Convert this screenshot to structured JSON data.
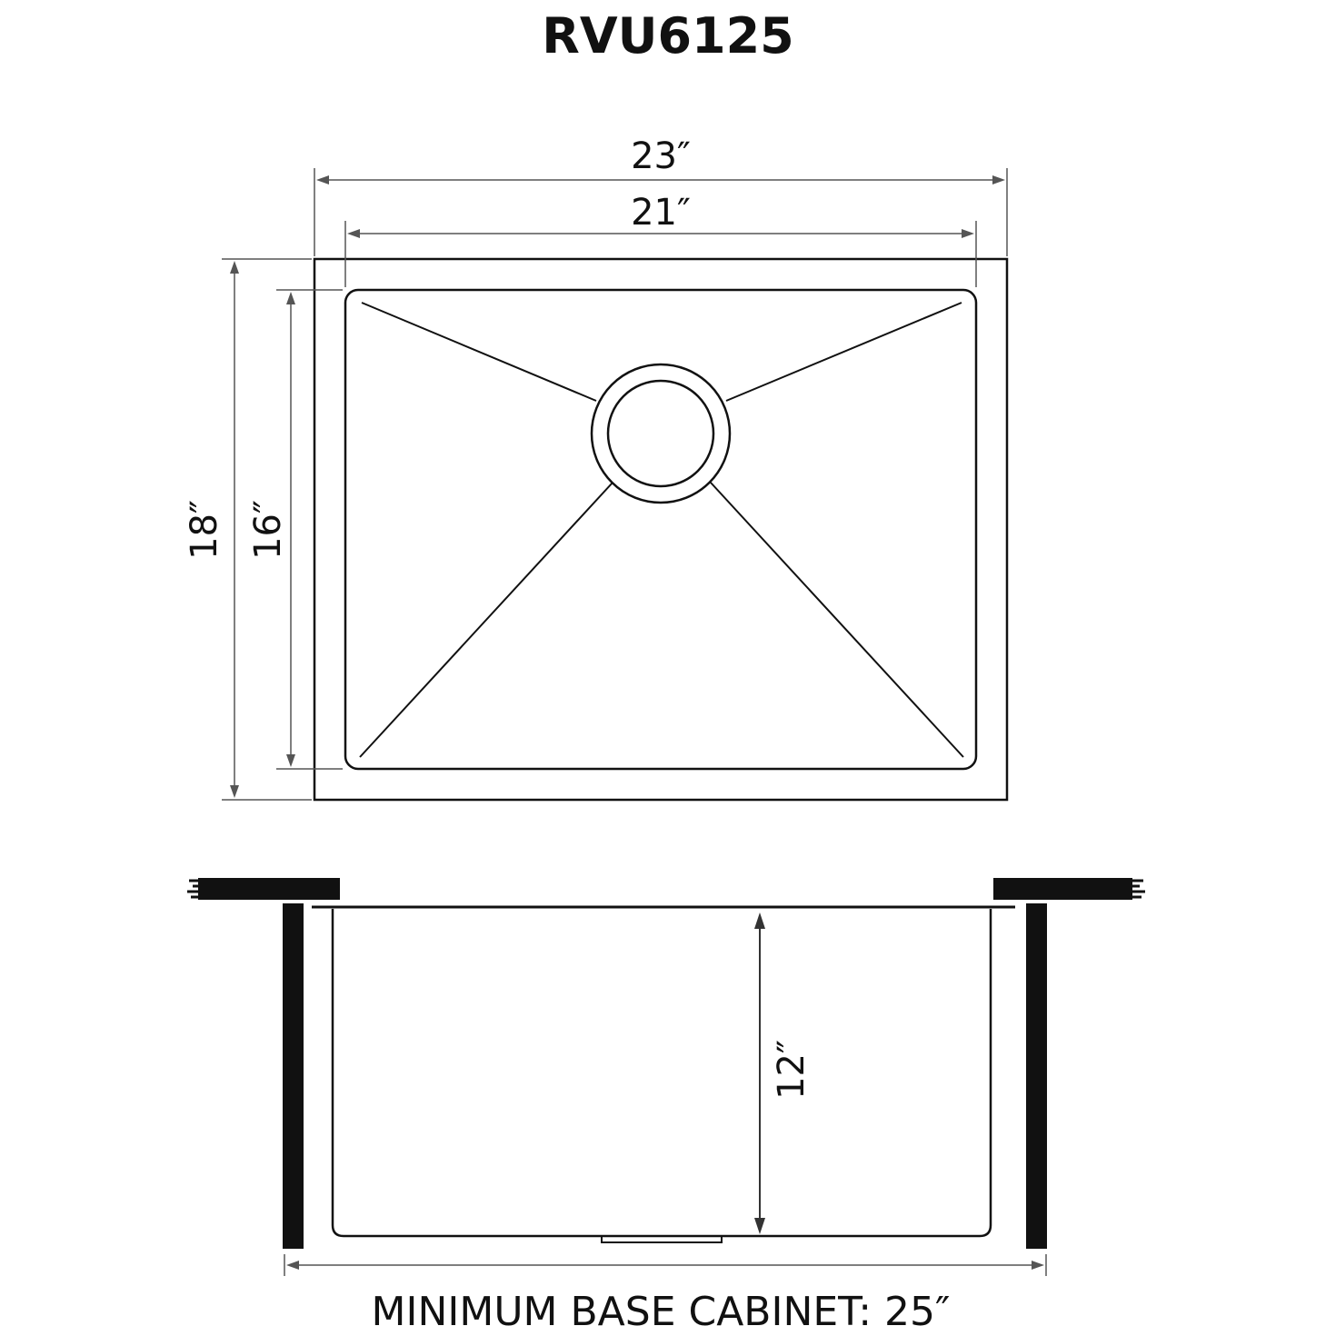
{
  "title": "RVU6125",
  "top_view": {
    "outer_width": "23″",
    "inner_width": "21″",
    "outer_depth": "18″",
    "inner_depth": "16″"
  },
  "side_view": {
    "bowl_depth": "12″",
    "min_cabinet": "MINIMUM BASE CABINET: 25″"
  },
  "colors": {
    "line": "#111111",
    "dim_line": "#555555",
    "background": "#ffffff"
  }
}
